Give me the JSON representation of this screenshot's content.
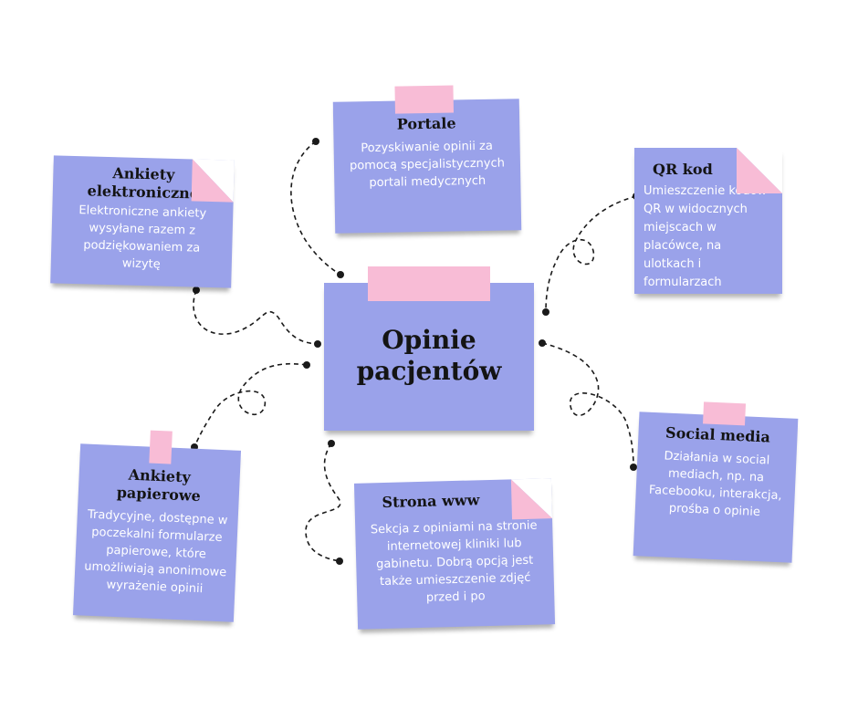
{
  "center": {
    "title_line1": "Opinie",
    "title_line2": "pacjentów"
  },
  "notes": {
    "portale": {
      "title": "Portale",
      "body": "Pozyskiwanie opinii za pomocą specjalistycznych portali medycznych"
    },
    "ankiety_elektroniczne": {
      "title_line1": "Ankiety",
      "title_line2": "elektroniczne",
      "body": "Elektroniczne ankiety wysyłane razem z podziękowaniem za wizytę"
    },
    "qr_kod": {
      "title": "QR kod",
      "body": "Umieszczenie kodów QR w widocznych miejscach w placówce, na ulotkach i formularzach"
    },
    "social_media": {
      "title": "Social media",
      "body": "Działania w social mediach, np. na Facebooku, interakcja, prośba o opinie"
    },
    "strona_www": {
      "title": "Strona www",
      "body": "Sekcja z opiniami na stronie internetowej kliniki lub gabinetu. Dobrą opcją jest także umieszczenie zdjęć przed i po"
    },
    "ankiety_papierowe": {
      "title_line1": "Ankiety",
      "title_line2": "papierowe",
      "body": "Tradycyjne, dostępne w poczekalni formularze papierowe, które umożliwiają anonimowe wyrażenie opinii"
    }
  },
  "colors": {
    "note": "#9aa2ea",
    "tape": "#f8bcd6",
    "connector": "#1a1a1a",
    "title": "#141414",
    "body": "#ffffff"
  }
}
